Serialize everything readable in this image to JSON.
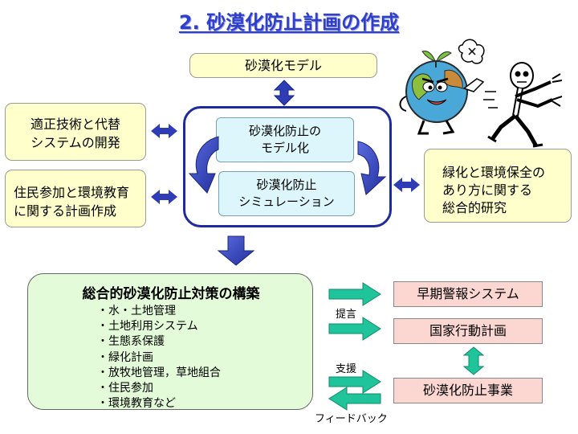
{
  "title": "2. 砂漠化防止計画の作成",
  "boxes": {
    "desert_model": "砂漠化モデル",
    "appropriate_tech_l1": "適正技術と代替",
    "appropriate_tech_l2": "システムの開発",
    "participation_l1": "住民参加と環境教育",
    "participation_l2": "に関する計画作成",
    "modeling_l1": "砂漠化防止の",
    "modeling_l2": "モデル化",
    "simulation_l1": "砂漠化防止",
    "simulation_l2": "シミュレーション",
    "greening_l1": "緑化と環境保全の",
    "greening_l2": "あり方に関する",
    "greening_l3": "総合的研究"
  },
  "measures": {
    "title": "総合的砂漠化防止対策の構築",
    "items": [
      "・水・土地管理",
      "・土地利用システム",
      "・生態系保護",
      "・緑化計画",
      "・放牧地管理，草地組合",
      "・住民参加",
      "・環境教育など"
    ]
  },
  "outputs": {
    "early_warning": "早期警報システム",
    "national_plan": "国家行動計画",
    "project": "砂漠化防止事業"
  },
  "labels": {
    "proposal": "提言",
    "support": "支援",
    "feedback": "フィードバック"
  },
  "colors": {
    "title": "#2f3fc8",
    "arrow_blue": "#2e3db5",
    "arrow_green": "#1fc49b",
    "cream": "#ffffcc",
    "cyan": "#ddf6fb",
    "pink": "#fcd7d2",
    "green_box": "#e3fbd8"
  }
}
